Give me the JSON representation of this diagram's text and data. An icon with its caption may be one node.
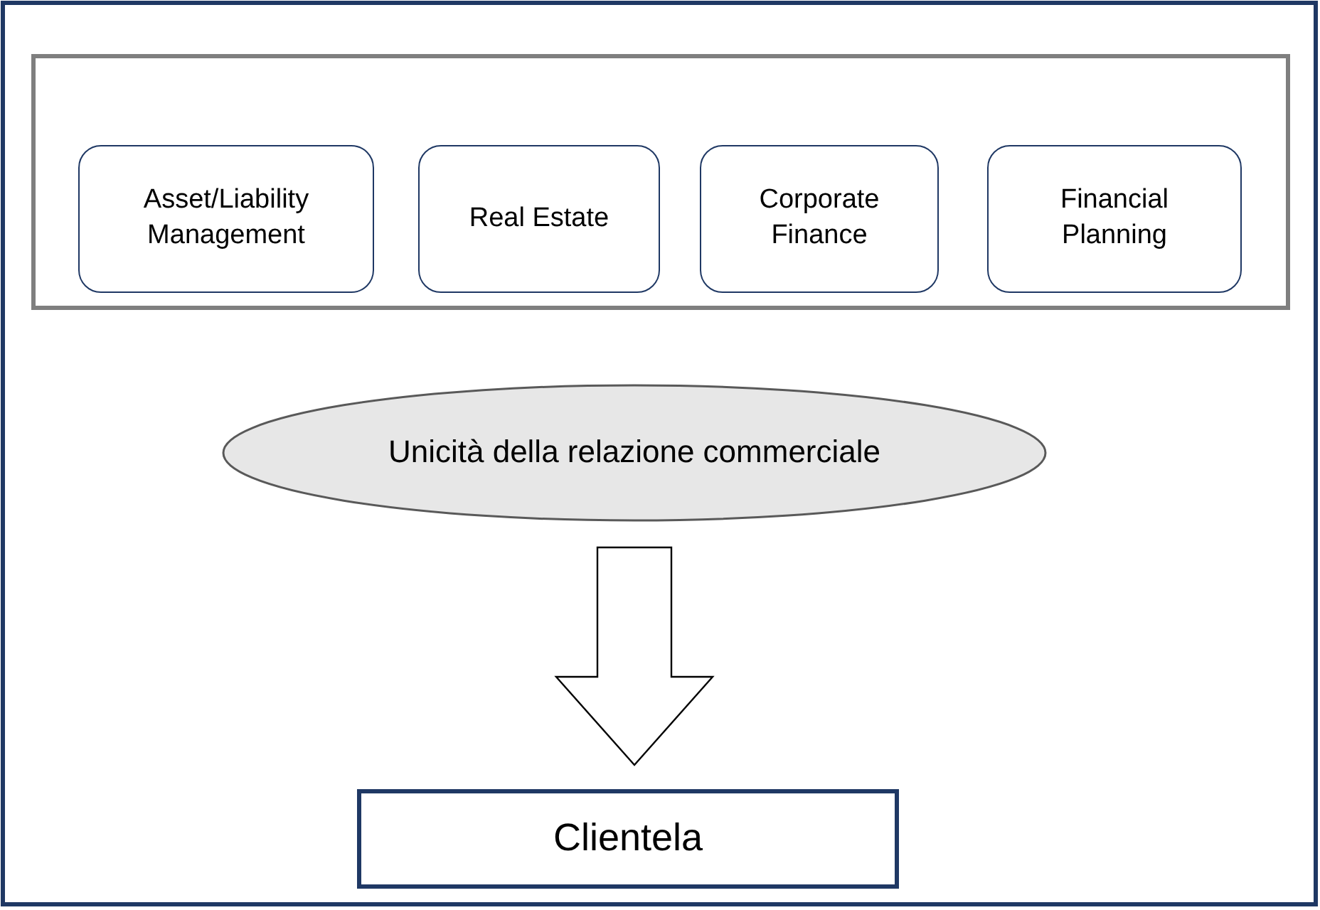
{
  "diagram": {
    "nodes": [
      {
        "text": [],
        "shape": "box"
      },
      {
        "text": [
          "Asset/Liability Management"
        ],
        "in": 0
      },
      {
        "text": [
          "Real Estate"
        ],
        "in": 0
      },
      {
        "text": [
          "Corporate Finance"
        ],
        "in": 0
      },
      {
        "text": [
          "Financial Planning"
        ],
        "in": 0
      },
      {
        "text": [
          "Unicità della relazione commerciale"
        ]
      },
      {
        "text": [
          "Clientela"
        ]
      }
    ],
    "edges": [
      {
        "from": 5,
        "to": 6,
        "arrow": "to",
        "style": "thick"
      }
    ]
  }
}
